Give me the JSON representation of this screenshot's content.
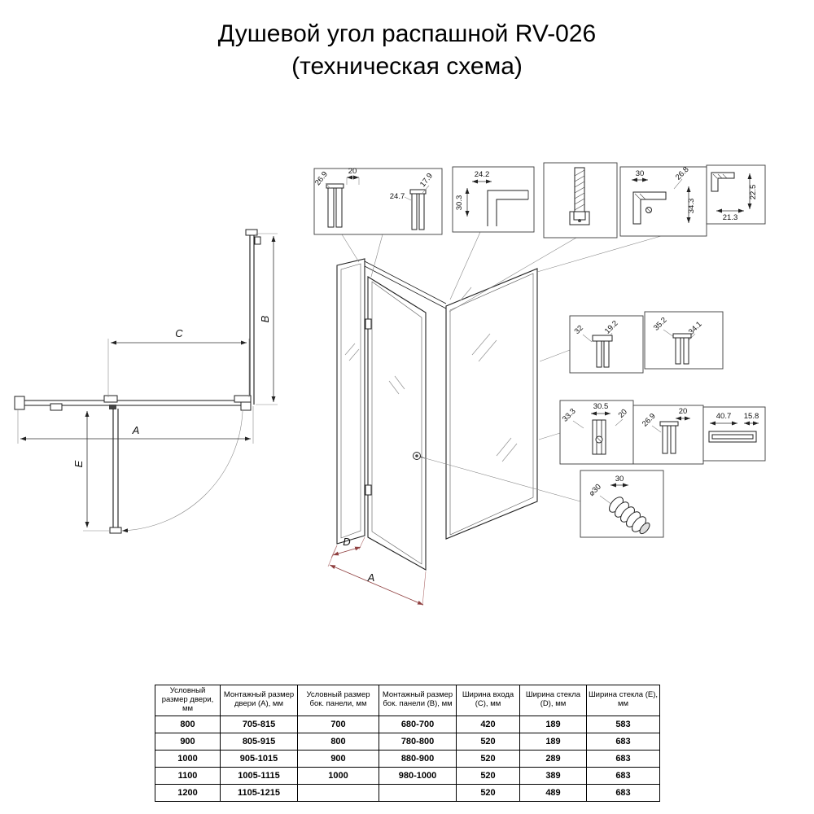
{
  "title": {
    "line1": "Душевой угол распашной RV-026",
    "line2": "(техническая схема)"
  },
  "plan": {
    "a": "A",
    "b": "B",
    "c": "C",
    "e": "E"
  },
  "iso": {
    "a": "A",
    "d": "D"
  },
  "details": {
    "box1": {
      "d1": "26.9",
      "d2": "20",
      "d3": "24.7",
      "d4": "17.9"
    },
    "box2": {
      "d1": "24.2",
      "d2": "30.3"
    },
    "box4": {
      "d1": "30",
      "d2": "26.8",
      "d3": "34.3"
    },
    "box5": {
      "d1": "22.5",
      "d2": "21.3"
    },
    "box6": {
      "d1": "32",
      "d2": "19.2"
    },
    "box7": {
      "d1": "35.2",
      "d2": "34.1"
    },
    "box8": {
      "d1": "33.3",
      "d2": "30.5",
      "d3": "20"
    },
    "box9": {
      "d1": "26.9",
      "d2": "20"
    },
    "box10": {
      "d1": "40.7",
      "d2": "15.8"
    },
    "box11": {
      "d1": "30",
      "d2": "⌀30"
    }
  },
  "table": {
    "headers": [
      "Условный размер двери, мм",
      "Монтажный размер двери (A), мм",
      "Условный размер бок. панели, мм",
      "Монтажный размер бок. панели (B), мм",
      "Ширина входа (C), мм",
      "Ширина стекла (D), мм",
      "Ширина стекла (E), мм"
    ],
    "rows": [
      [
        "800",
        "705-815",
        "700",
        "680-700",
        "420",
        "189",
        "583"
      ],
      [
        "900",
        "805-915",
        "800",
        "780-800",
        "520",
        "189",
        "683"
      ],
      [
        "1000",
        "905-1015",
        "900",
        "880-900",
        "520",
        "289",
        "683"
      ],
      [
        "1100",
        "1005-1115",
        "1000",
        "980-1000",
        "520",
        "389",
        "683"
      ],
      [
        "1200",
        "1105-1215",
        "",
        "",
        "520",
        "489",
        "683"
      ]
    ]
  }
}
